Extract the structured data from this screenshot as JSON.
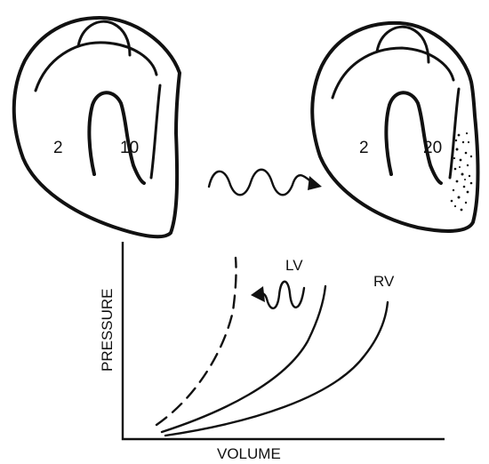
{
  "heart_normal": {
    "rv_pressure": "2",
    "lv_pressure": "10"
  },
  "heart_affected": {
    "rv_pressure": "2",
    "lv_pressure": "20"
  },
  "graph": {
    "y_axis_label": "PRESSURE",
    "x_axis_label": "VOLUME",
    "lv_curve_label": "LV",
    "rv_curve_label": "RV"
  },
  "colors": {
    "ink": "#111111",
    "background": "#ffffff"
  }
}
